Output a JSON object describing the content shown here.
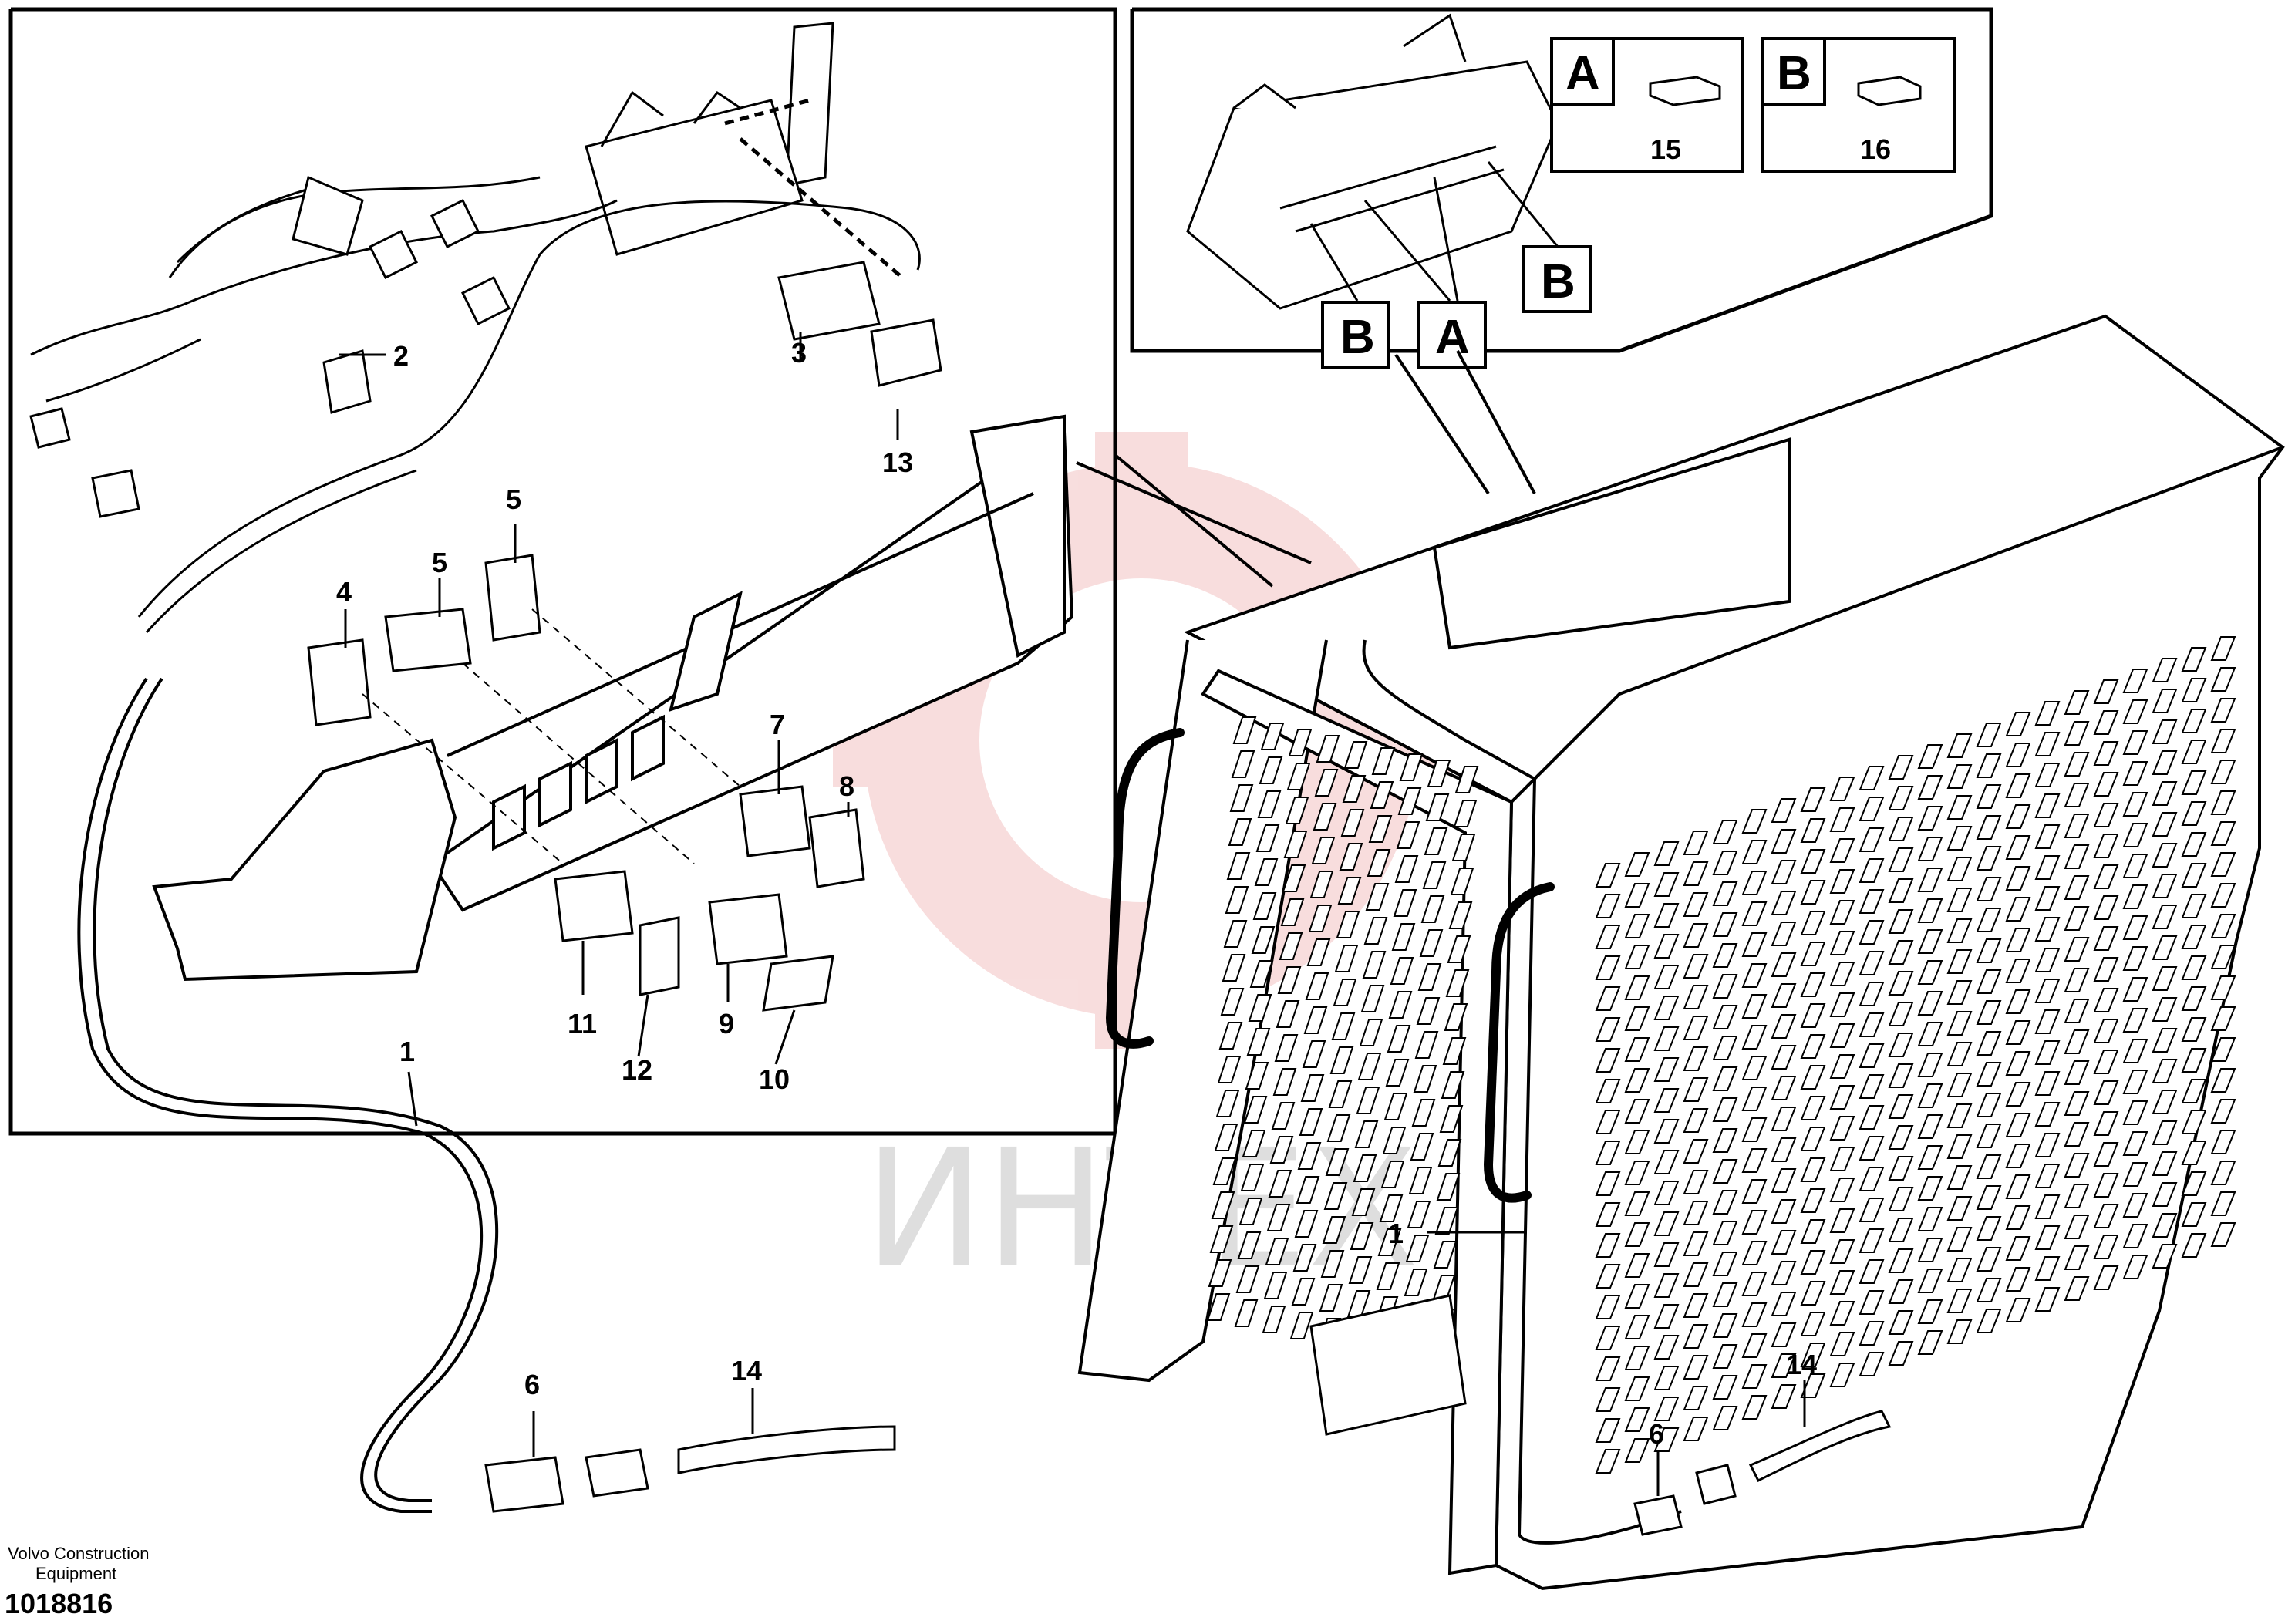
{
  "watermark": {
    "text": "ИНТЕХ",
    "color": "#f3c2c2"
  },
  "footer": {
    "brand_line1": "Volvo Construction",
    "brand_line2": "Equipment",
    "figure_number": "1018816"
  },
  "legend": {
    "fuse_a": {
      "letter": "A",
      "number": "15"
    },
    "fuse_b": {
      "letter": "B",
      "number": "16"
    }
  },
  "fuse_box_labels": {
    "left_b": "B",
    "center_a": "A",
    "right_b": "B"
  },
  "callouts": {
    "c1_left": "1",
    "c2": "2",
    "c3": "3",
    "c4": "4",
    "c5a": "5",
    "c5b": "5",
    "c6_left": "6",
    "c7": "7",
    "c8": "8",
    "c9": "9",
    "c10": "10",
    "c11": "11",
    "c12": "12",
    "c13": "13",
    "c14_left": "14",
    "c1_right": "1",
    "c6_right": "6",
    "c14_right": "14"
  }
}
